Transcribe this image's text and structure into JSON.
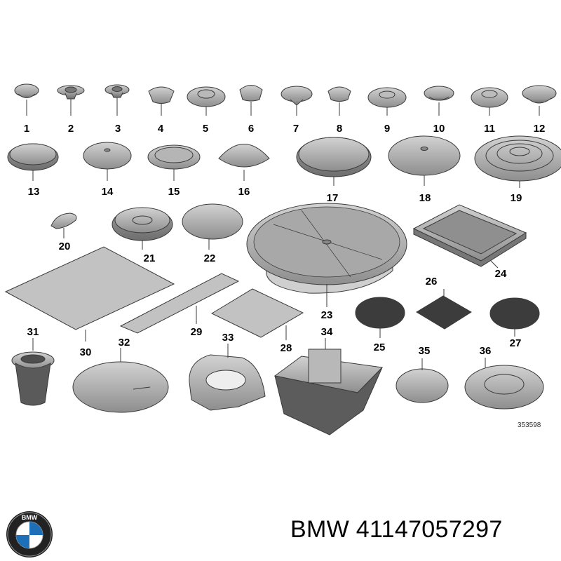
{
  "diagram": {
    "callouts": [
      "1",
      "2",
      "3",
      "4",
      "5",
      "6",
      "7",
      "8",
      "9",
      "10",
      "11",
      "12",
      "13",
      "14",
      "15",
      "16",
      "17",
      "18",
      "19",
      "20",
      "21",
      "22",
      "23",
      "24",
      "25",
      "26",
      "27",
      "28",
      "29",
      "30",
      "31",
      "32",
      "33",
      "34",
      "35",
      "36"
    ],
    "reference_number": "353598"
  },
  "footer": {
    "brand": "BMW",
    "part_number": "41147057297",
    "logo_text": "BMW"
  },
  "colors": {
    "part_fill": "#a9a9a9",
    "part_stroke": "#3a3a3a",
    "dark_pad": "#3c3c3c",
    "bmw_blue": "#1d6fb8"
  },
  "icons": [
    "bmw-logo-icon"
  ]
}
